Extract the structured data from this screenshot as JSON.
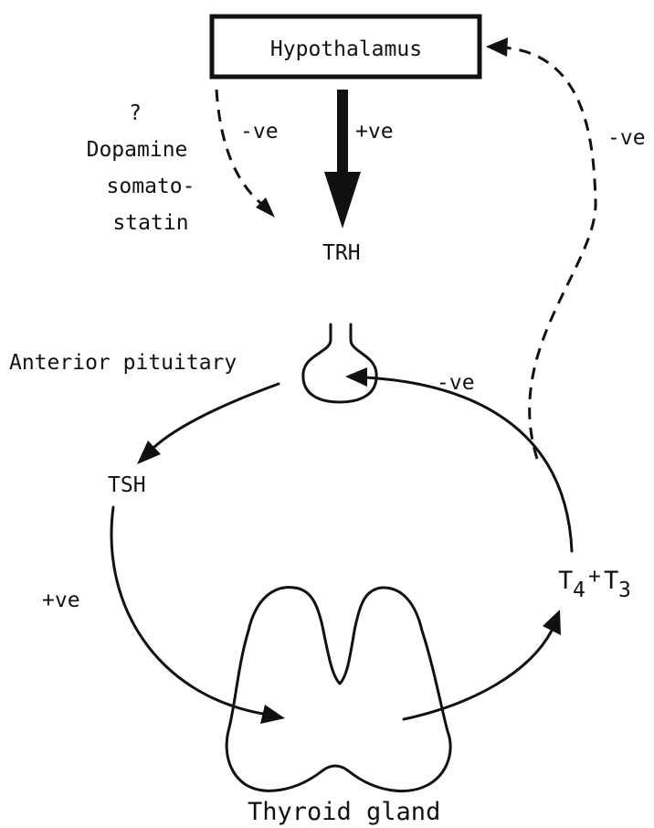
{
  "hypothalamus": {
    "label": "Hypothalamus"
  },
  "inhibitors": {
    "question": "?",
    "line1": "Dopamine",
    "line2": "somato-",
    "line3": "statin",
    "effect": "-ve"
  },
  "trh": {
    "label": "TRH",
    "effect": "+ve"
  },
  "feedback_hypothalamus": {
    "effect": "-ve"
  },
  "pituitary": {
    "label": "Anterior pituitary"
  },
  "feedback_pituitary": {
    "effect": "-ve"
  },
  "tsh": {
    "label": "TSH",
    "effect": "+ve"
  },
  "hormones": {
    "t4": "T",
    "t4_sub": "4",
    "plus": "+",
    "t3": "T",
    "t3_sub": "3"
  },
  "thyroid": {
    "label": "Thyroid gland"
  }
}
